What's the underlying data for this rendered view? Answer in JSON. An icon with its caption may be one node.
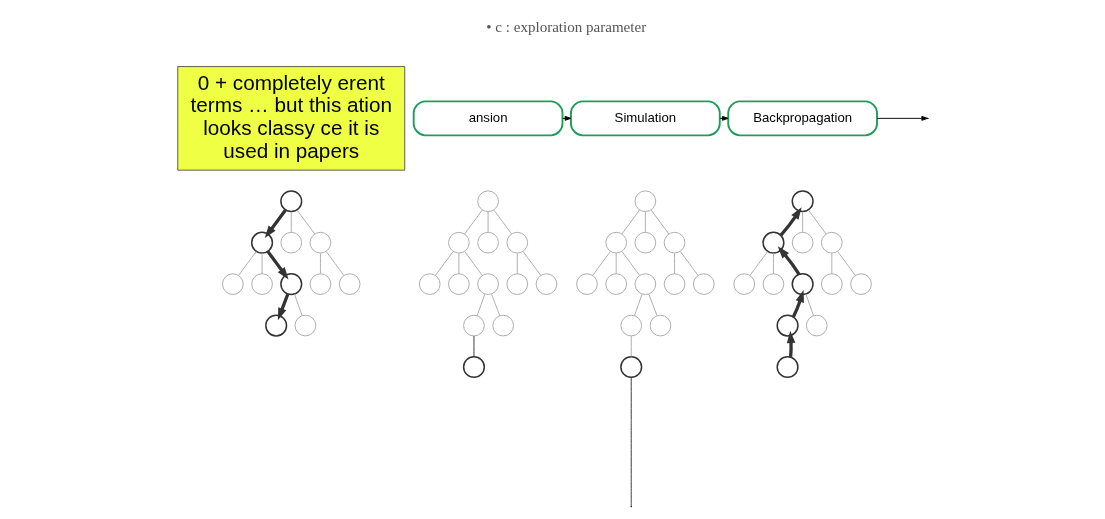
{
  "diagram": {
    "nodes": [
      {
        "text": [
          "0 + completely erent terms … but this ation looks classy ce it is used in papers"
        ]
      },
      {
        "text": [
          "ansion"
        ]
      },
      {
        "text": [
          "Simulation"
        ]
      },
      {
        "text": [
          "Backpropagation"
        ]
      },
      {
        "text": [],
        "shape": "circle"
      },
      {
        "text": [],
        "shape": "circle"
      },
      {
        "text": [],
        "shape": "circle"
      },
      {
        "text": [],
        "shape": "circle"
      },
      {
        "text": [],
        "shape": "circle"
      },
      {
        "text": [],
        "shape": "circle"
      },
      {
        "text": [],
        "shape": "circle"
      },
      {
        "text": [],
        "shape": "circle"
      },
      {
        "text": [],
        "shape": "circle"
      },
      {
        "text": [],
        "shape": "circle"
      },
      {
        "text": [],
        "shape": "circle"
      },
      {
        "text": [],
        "shape": "circle"
      },
      {
        "text": [],
        "shape": "circle"
      },
      {
        "text": [],
        "shape": "circle"
      },
      {
        "text": [],
        "shape": "circle"
      },
      {
        "text": [],
        "shape": "circle"
      },
      {
        "text": [],
        "shape": "circle"
      },
      {
        "text": [],
        "shape": "circle"
      },
      {
        "text": [],
        "shape": "circle"
      },
      {
        "text": [],
        "shape": "circle"
      },
      {
        "text": [],
        "shape": "circle"
      },
      {
        "text": [],
        "shape": "circle"
      },
      {
        "text": [],
        "shape": "circle"
      },
      {
        "text": [],
        "shape": "circle"
      },
      {
        "text": [],
        "shape": "circle"
      },
      {
        "text": [],
        "shape": "circle"
      },
      {
        "text": [],
        "shape": "circle"
      },
      {
        "text": [],
        "shape": "circle"
      },
      {
        "text": [],
        "shape": "circle"
      },
      {
        "text": [],
        "shape": "circle"
      },
      {
        "text": [],
        "shape": "circle"
      },
      {
        "text": [],
        "shape": "circle"
      },
      {
        "text": [],
        "shape": "circle"
      },
      {
        "text": [],
        "shape": "circle"
      },
      {
        "text": [],
        "shape": "circle"
      },
      {
        "text": [],
        "shape": "circle"
      },
      {
        "text": [],
        "shape": "circle"
      },
      {
        "text": [],
        "shape": "circle"
      },
      {
        "text": [],
        "shape": "circle"
      },
      {
        "text": [],
        "shape": "circle"
      },
      {
        "text": [],
        "shape": "circle"
      },
      {
        "text": [],
        "shape": "circle"
      },
      {
        "text": [],
        "shape": "circle"
      },
      {
        "text": [],
        "shape": "circle"
      },
      {
        "text": [],
        "shape": "circle"
      },
      {
        "text": [],
        "shape": "circle"
      },
      {
        "text": [],
        "shape": "circle"
      }
    ],
    "edges": [
      {
        "from": 1,
        "to": 2,
        "arrow": "to",
        "color": "#000000"
      },
      {
        "from": 2,
        "to": 3,
        "arrow": "to",
        "color": "#000000"
      },
      {
        "from": 3,
        "to": null,
        "arrow": "to",
        "color": "#000000"
      },
      {
        "from": 4,
        "to": 5,
        "arrow": "to",
        "style": "thick",
        "color": "#333333"
      },
      {
        "from": 4,
        "to": 6,
        "arrow": "none"
      },
      {
        "from": 4,
        "to": 7,
        "arrow": "none"
      },
      {
        "from": 5,
        "to": 8,
        "arrow": "none"
      },
      {
        "from": 5,
        "to": 9,
        "arrow": "none"
      },
      {
        "from": 5,
        "to": 10,
        "arrow": "to",
        "style": "thick",
        "color": "#333333"
      },
      {
        "from": 7,
        "to": 11,
        "arrow": "none"
      },
      {
        "from": 7,
        "to": 12,
        "arrow": "none"
      },
      {
        "from": 10,
        "to": 13,
        "arrow": "to",
        "style": "thick",
        "color": "#333333"
      },
      {
        "from": 10,
        "to": 14,
        "arrow": "none"
      },
      {
        "from": 15,
        "to": 16,
        "arrow": "none"
      },
      {
        "from": 15,
        "to": 17,
        "arrow": "none"
      },
      {
        "from": 15,
        "to": 18,
        "arrow": "none"
      },
      {
        "from": 16,
        "to": 19,
        "arrow": "none"
      },
      {
        "from": 16,
        "to": 20,
        "arrow": "none"
      },
      {
        "from": 16,
        "to": 21,
        "arrow": "none"
      },
      {
        "from": 18,
        "to": 22,
        "arrow": "none"
      },
      {
        "from": 18,
        "to": 23,
        "arrow": "none"
      },
      {
        "from": 21,
        "to": 24,
        "arrow": "none"
      },
      {
        "from": 21,
        "to": 25,
        "arrow": "none"
      },
      {
        "from": 24,
        "to": 26,
        "arrow": "none",
        "color": "#333333"
      },
      {
        "from": 27,
        "to": 28,
        "arrow": "none"
      },
      {
        "from": 27,
        "to": 29,
        "arrow": "none"
      },
      {
        "from": 27,
        "to": 30,
        "arrow": "none"
      },
      {
        "from": 28,
        "to": 31,
        "arrow": "none"
      },
      {
        "from": 28,
        "to": 32,
        "arrow": "none"
      },
      {
        "from": 28,
        "to": 33,
        "arrow": "none"
      },
      {
        "from": 30,
        "to": 34,
        "arrow": "none"
      },
      {
        "from": 30,
        "to": 35,
        "arrow": "none"
      },
      {
        "from": 33,
        "to": 36,
        "arrow": "none"
      },
      {
        "from": 33,
        "to": 37,
        "arrow": "none"
      },
      {
        "from": 36,
        "to": 38,
        "arrow": "none"
      },
      {
        "from": 38,
        "to": null,
        "arrow": "none",
        "color": "#333333"
      },
      {
        "from": 40,
        "to": 39,
        "arrow": "to",
        "style": "thick",
        "color": "#333333"
      },
      {
        "from": 39,
        "to": 41,
        "arrow": "none"
      },
      {
        "from": 39,
        "to": 42,
        "arrow": "none"
      },
      {
        "from": 40,
        "to": 43,
        "arrow": "none"
      },
      {
        "from": 40,
        "to": 44,
        "arrow": "none"
      },
      {
        "from": 45,
        "to": 40,
        "arrow": "to",
        "style": "thick",
        "color": "#333333"
      },
      {
        "from": 42,
        "to": 46,
        "arrow": "none"
      },
      {
        "from": 42,
        "to": 47,
        "arrow": "none"
      },
      {
        "from": 48,
        "to": 45,
        "arrow": "to",
        "style": "thick",
        "color": "#333333"
      },
      {
        "from": 45,
        "to": 49,
        "arrow": "none"
      },
      {
        "from": 50,
        "to": 48,
        "arrow": "to",
        "style": "thick",
        "color": "#333333"
      }
    ],
    "labels": [
      "• c : exploration parameter"
    ]
  }
}
